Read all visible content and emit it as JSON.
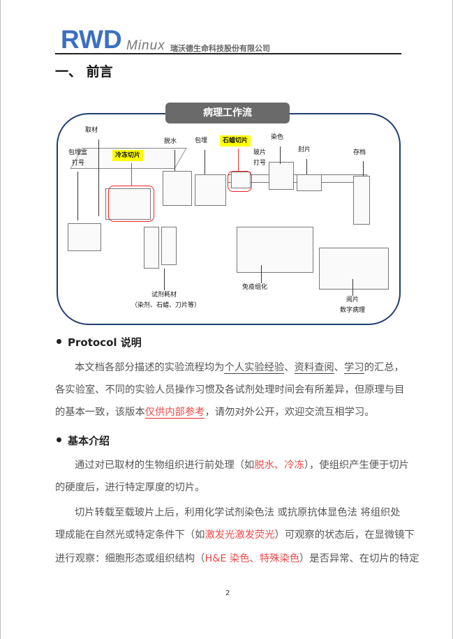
{
  "header": {
    "logo": "RWD",
    "product": "Minux",
    "company": "瑞沃德生命科技股份有限公司"
  },
  "heading": "一、 前言",
  "diagram": {
    "title": "病理工作流",
    "labels": {
      "sampling": "取材",
      "cassette_1": "包埋盒",
      "cassette_2": "打号",
      "frozen": "冷冻切片",
      "dehydration": "脱水",
      "embedding": "包埋",
      "paraffin": "石蜡切片",
      "slide_1": "玻片",
      "slide_2": "打号",
      "staining": "染色",
      "mounting": "封片",
      "archive": "存档",
      "ihc": "免疫组化",
      "reagents_1": "试剂耗材",
      "reagents_2": "（染剂、石蜡、刀片等）",
      "reading_1": "阅片",
      "reading_2": "数字病理"
    }
  },
  "sections": [
    {
      "title": "Protocol 说明",
      "lines": [
        [
          "本文档各部分描述的实验流程均为",
          "个人实验经验",
          "、",
          "资料查阅",
          "、",
          "学习",
          "的汇总，"
        ],
        [
          "各实验室、不同的实验人员操作习惯及各试剂处理时间会有所差异，但原理与目"
        ],
        [
          "的基本一致，该版本",
          "仅供内部参考",
          "，请勿对外公开，欢迎交流互相学习。"
        ]
      ]
    },
    {
      "title": "基本介绍",
      "lines": [
        [
          "通过对已取材的生物组织进行前处理（如",
          "脱水、冷冻",
          "），使组织产生便于切片"
        ],
        [
          "的硬度后，进行特定厚度的切片。"
        ],
        [
          "切片转载至载玻片上后，利用化学试剂染色法 或抗原抗体显色法 将组织处"
        ],
        [
          "理成能在自然光或特定条件下（如",
          "激发光激发荧光",
          "）可观察的状态后，在显微镜下"
        ],
        [
          "进行观察：细胞形态或组织结构（",
          "H&E 染色、特殊染色",
          "）是否异常、在切片的特定"
        ]
      ]
    }
  ],
  "page_number": "2"
}
